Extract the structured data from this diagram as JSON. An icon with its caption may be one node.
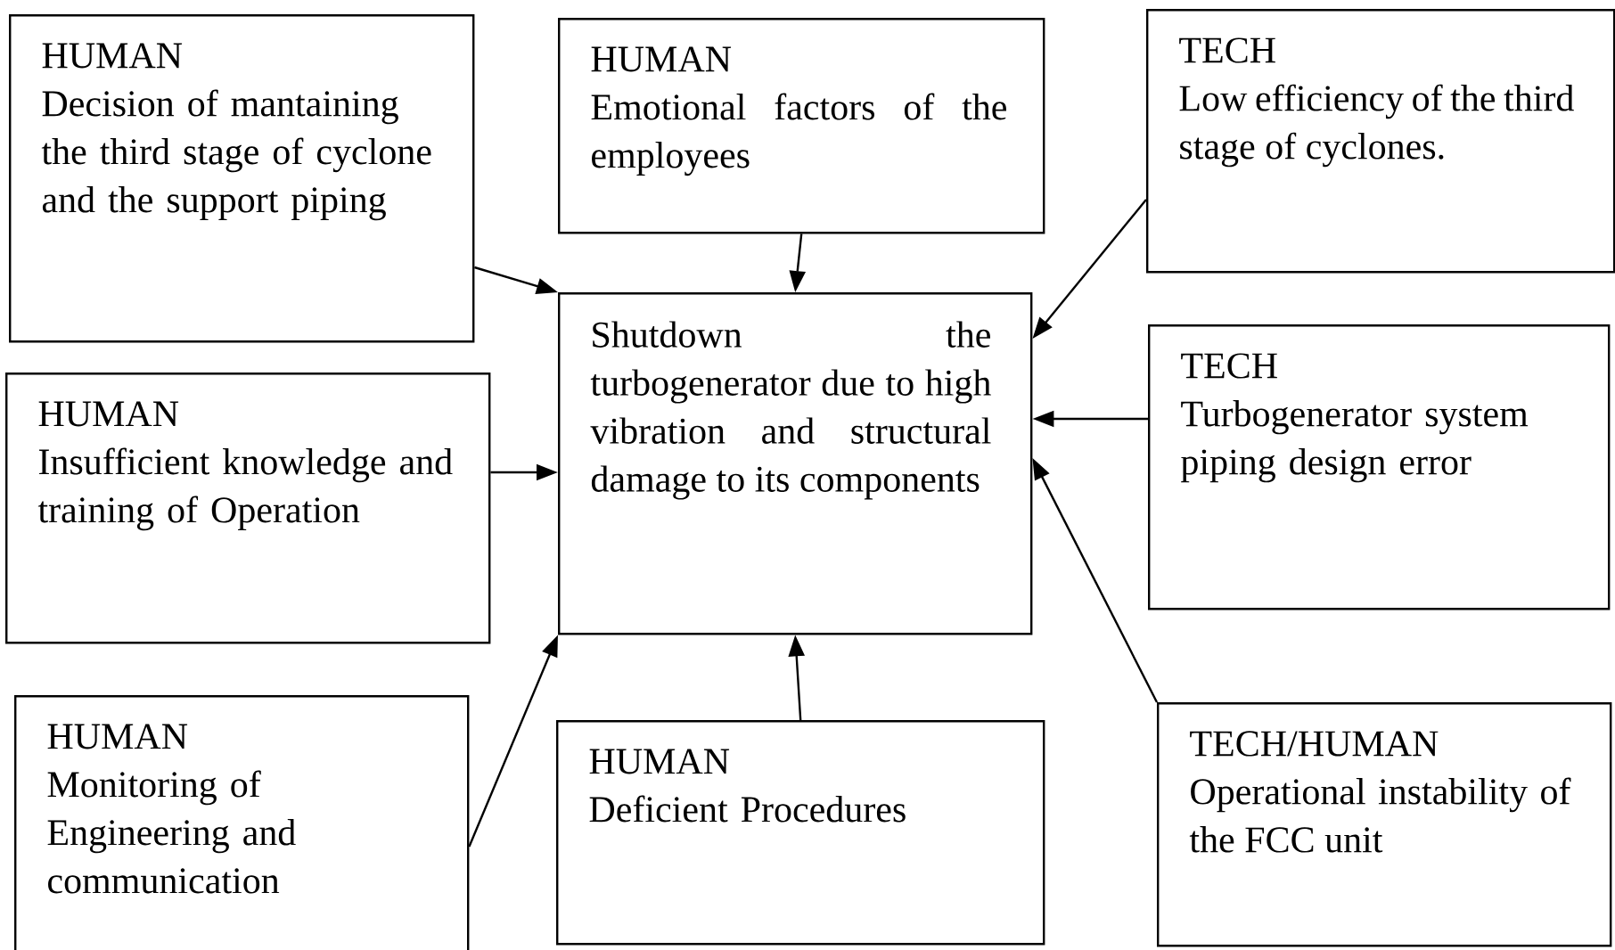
{
  "diagram": {
    "nodes": [
      {
        "text": [
          "HUMAN",
          "Decision of mantaining the third stage of cyclone and the support piping"
        ]
      },
      {
        "text": [
          "HUMAN",
          "Emotional factors of the employees"
        ]
      },
      {
        "text": [
          "TECH",
          "Low efficiency of the third stage of cyclones."
        ]
      },
      {
        "text": [
          "HUMAN",
          "Insufficient knowledge and training of Operation"
        ]
      },
      {
        "text": [
          "Shutdown the turbogenerator due to high vibration and structural damage to its components"
        ]
      },
      {
        "text": [
          "TECH",
          "Turbogenerator system piping design error"
        ]
      },
      {
        "text": [
          "HUMAN",
          "Monitoring of Engineering and communication"
        ]
      },
      {
        "text": [
          "HUMAN",
          "Deficient Procedures"
        ]
      },
      {
        "text": [
          "TECH/HUMAN",
          "Operational instability of the FCC unit"
        ]
      }
    ],
    "edges": [
      {
        "from": 0,
        "to": 4,
        "arrow": "to"
      },
      {
        "from": 1,
        "to": 4,
        "arrow": "to"
      },
      {
        "from": 2,
        "to": 4,
        "arrow": "to"
      },
      {
        "from": 3,
        "to": 4,
        "arrow": "to"
      },
      {
        "from": 5,
        "to": 4,
        "arrow": "to"
      },
      {
        "from": 6,
        "to": 4,
        "arrow": "to"
      },
      {
        "from": 7,
        "to": 4,
        "arrow": "to"
      },
      {
        "from": 8,
        "to": 4,
        "arrow": "to"
      }
    ]
  }
}
